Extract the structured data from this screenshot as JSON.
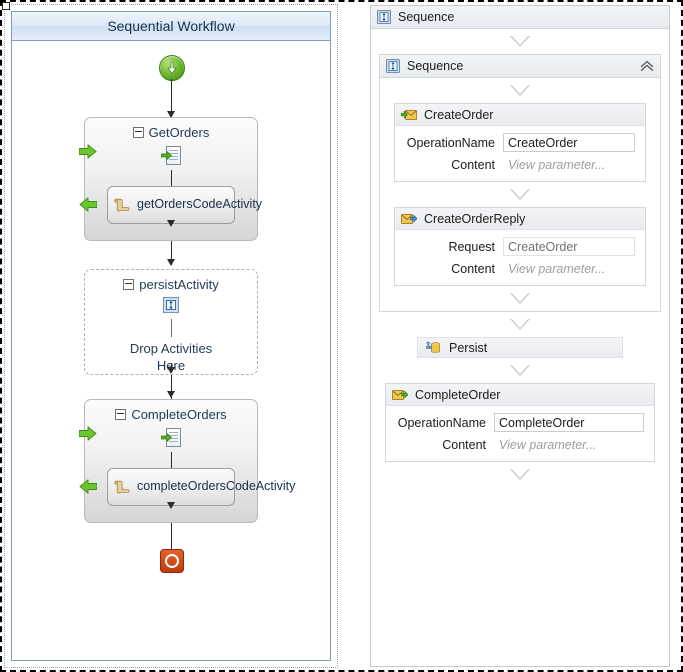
{
  "left_designer": {
    "title": "Sequential Workflow",
    "start_icon": "start-green-arrow-icon",
    "end_icon": "end-stop-icon",
    "activities": [
      {
        "name": "GetOrders",
        "icon": "receive-activity-icon",
        "expander": "collapse-expander",
        "child": {
          "name": "getOrdersCodeActivity",
          "icon": "code-activity-icon"
        }
      },
      {
        "name": "persistActivity",
        "icon": "persist-activity-icon",
        "expander": "collapse-expander",
        "drop_hint": "Drop Activities\nHere",
        "drop_hint_line1": "Drop Activities",
        "drop_hint_line2": "Here"
      },
      {
        "name": "CompleteOrders",
        "icon": "receive-activity-icon",
        "expander": "collapse-expander",
        "child": {
          "name": "completeOrdersCodeActivity",
          "icon": "code-activity-icon"
        }
      }
    ]
  },
  "right_designer": {
    "outer_sequence": {
      "label": "Sequence",
      "icon": "sequence-icon"
    },
    "inner_sequence": {
      "label": "Sequence",
      "icon": "sequence-icon",
      "collapse_icon": "double-chevron-up-icon"
    },
    "receive": {
      "label": "CreateOrder",
      "icon": "receive-message-icon",
      "rows": [
        {
          "label": "OperationName",
          "value": "CreateOrder",
          "type": "textbox"
        },
        {
          "label": "Content",
          "value": "View parameter...",
          "type": "ghost"
        }
      ]
    },
    "send_reply": {
      "label": "CreateOrderReply",
      "icon": "send-reply-message-icon",
      "rows": [
        {
          "label": "Request",
          "value": "CreateOrder",
          "type": "textbox-readonly"
        },
        {
          "label": "Content",
          "value": "View parameter...",
          "type": "ghost"
        }
      ]
    },
    "persist": {
      "label": "Persist",
      "icon": "persist-icon"
    },
    "complete": {
      "label": "CompleteOrder",
      "icon": "receive-message-icon",
      "rows": [
        {
          "label": "OperationName",
          "value": "CompleteOrder",
          "type": "textbox"
        },
        {
          "label": "Content",
          "value": "View parameter...",
          "type": "ghost"
        }
      ]
    },
    "drop_triangle": "drop-target-triangle-icon"
  },
  "colors": {
    "title_bar": "#dce9f7",
    "title_text": "#16314e",
    "surface_border": "#7f9db9",
    "start_green": "#6db52e",
    "end_red": "#c03a0c",
    "envelope_yellow": "#e8b93a",
    "panel_header": "#e9ebee",
    "ghost_text": "#9a9ea3"
  }
}
